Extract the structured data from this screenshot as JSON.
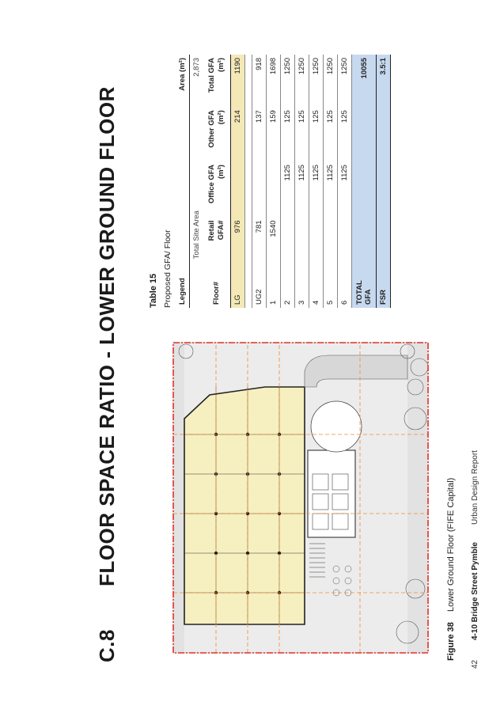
{
  "section": {
    "number": "C.8",
    "title": "FLOOR SPACE RATIO - LOWER GROUND FLOOR"
  },
  "figure": {
    "label": "Figure 38",
    "caption": "Lower Ground Floor (FIFE Capital)"
  },
  "table": {
    "label": "Table 15",
    "caption": "Proposed GFA/ Floor",
    "legend_label": "Legend",
    "area_label": "Area (m²)",
    "site_area_label": "Total Site Area",
    "site_area_value": "2,873",
    "headers": [
      "Floor#",
      "Retail GFA#",
      "Office GFA (m²)",
      "Other GFA (m²)",
      "Total GFA (m²)"
    ],
    "rows": [
      {
        "floor": "LG",
        "retail": "976",
        "office": "",
        "other": "214",
        "total": "1190"
      },
      {
        "floor": "UG2",
        "retail": "781",
        "office": "",
        "other": "137",
        "total": "918"
      },
      {
        "floor": "1",
        "retail": "1540",
        "office": "",
        "other": "159",
        "total": "1698"
      },
      {
        "floor": "2",
        "retail": "",
        "office": "1125",
        "other": "125",
        "total": "1250"
      },
      {
        "floor": "3",
        "retail": "",
        "office": "1125",
        "other": "125",
        "total": "1250"
      },
      {
        "floor": "4",
        "retail": "",
        "office": "1125",
        "other": "125",
        "total": "1250"
      },
      {
        "floor": "5",
        "retail": "",
        "office": "1125",
        "other": "125",
        "total": "1250"
      },
      {
        "floor": "6",
        "retail": "",
        "office": "1125",
        "other": "125",
        "total": "1250"
      }
    ],
    "total_label": "TOTAL GFA",
    "total_value": "10055",
    "fsr_label": "FSR",
    "fsr_value": "3.5:1"
  },
  "footer": {
    "page": "42",
    "project": "4-10 Bridge Street Pymble",
    "report": "Urban Design Report"
  },
  "colors": {
    "retail_highlight": "#f4e8b6",
    "total_highlight": "#c7d9ef",
    "site_boundary": "#e0302a",
    "plan_grid": "#f08a3a"
  }
}
